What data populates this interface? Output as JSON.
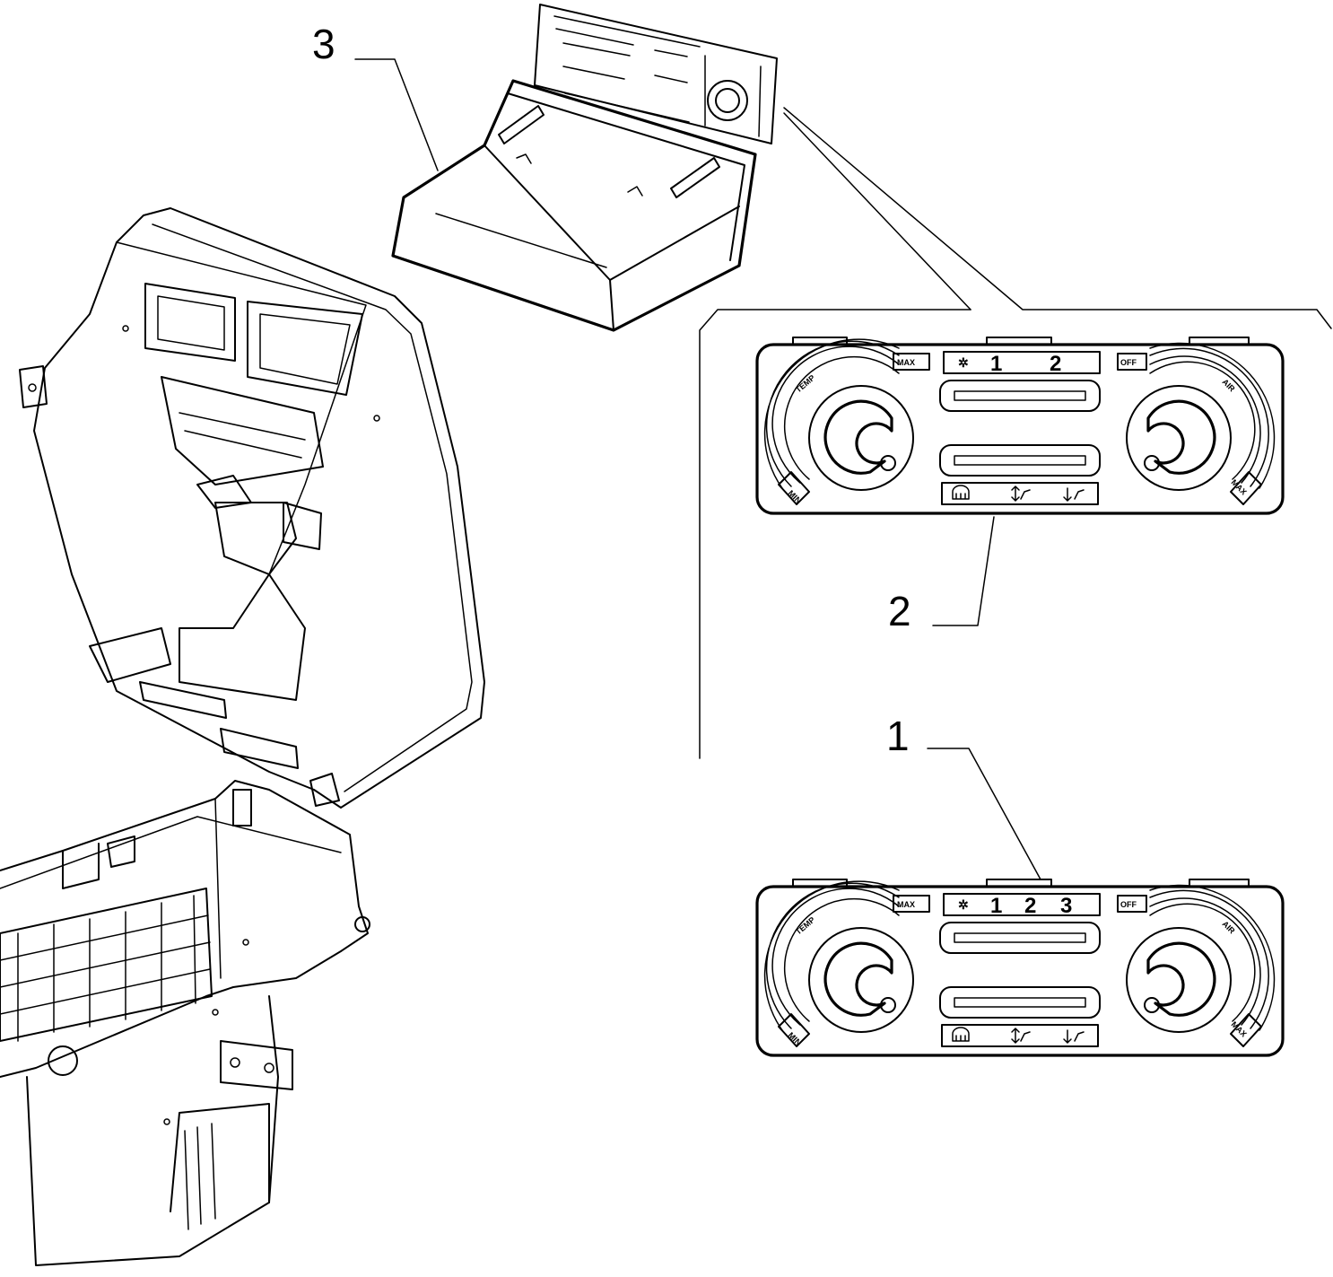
{
  "callouts": {
    "part_1": "1",
    "part_2": "2",
    "part_3": "3"
  },
  "panel_2": {
    "fan_speeds": [
      "1",
      "2"
    ],
    "temp_min": "MIN",
    "temp_max": "MAX",
    "temp_label": "TEMP",
    "air_off": "OFF",
    "air_label": "AIR",
    "air_max": "MAX"
  },
  "panel_1": {
    "fan_speeds": [
      "1",
      "2",
      "3"
    ],
    "temp_min": "MIN",
    "temp_max": "MAX",
    "temp_label": "TEMP",
    "air_off": "OFF",
    "air_label": "AIR",
    "air_max": "MAX"
  },
  "icons": {
    "fan": "fan-icon",
    "defrost": "windscreen-defrost-icon",
    "face_feet": "face-feet-airflow-icon",
    "feet": "feet-airflow-icon"
  },
  "colors": {
    "line": "#000000",
    "background": "#ffffff"
  }
}
